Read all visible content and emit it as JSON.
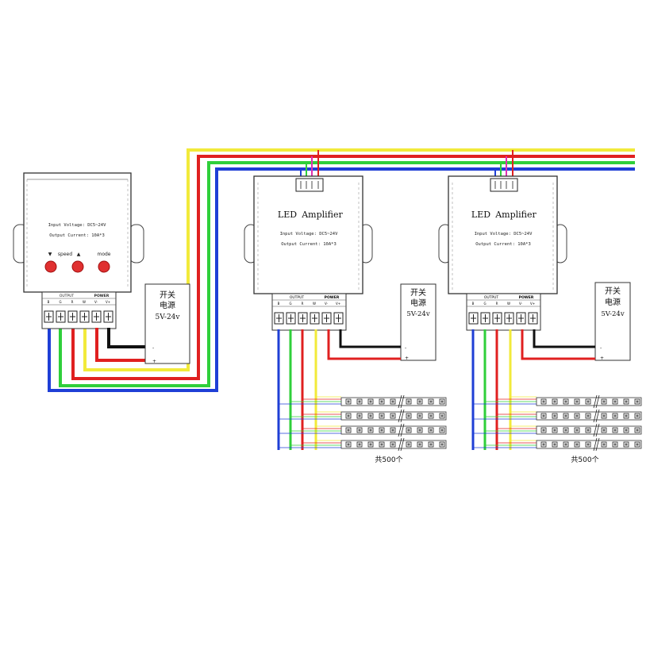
{
  "controller": {
    "input_voltage": "Input Voltage: DC5~24V",
    "output_current": "Output Current: 10A*3",
    "btn_down": "▼",
    "btn_speed": "speed",
    "btn_up": "▲",
    "btn_mode": "mode",
    "output_label": "OUTPUT",
    "power_label": "POWER",
    "terminal_labels": [
      "B",
      "G",
      "R",
      "W",
      "V-",
      "V+"
    ]
  },
  "amplifiers": [
    {
      "title_a": "LED",
      "title_b": "Amplifier",
      "input_voltage": "Input Voltage: DC5~24V",
      "output_current": "Output Current: 10A*3",
      "output_label": "OUTPUT",
      "power_label": "POWER",
      "terminal_labels": [
        "B",
        "G",
        "R",
        "W",
        "V-",
        "V+"
      ]
    },
    {
      "title_a": "LED",
      "title_b": "Amplifier",
      "input_voltage": "Input Voltage: DC5~24V",
      "output_current": "Output Current: 10A*3",
      "output_label": "OUTPUT",
      "power_label": "POWER",
      "terminal_labels": [
        "B",
        "G",
        "R",
        "W",
        "V-",
        "V+"
      ]
    }
  ],
  "power_supplies": [
    {
      "line1": "开关",
      "line2": "电源",
      "line3": "5V-24v",
      "minus": "-",
      "plus": "+"
    },
    {
      "line1": "开关",
      "line2": "电源",
      "line3": "5V-24v",
      "minus": "-",
      "plus": "+"
    },
    {
      "line1": "开关",
      "line2": "电源",
      "line3": "5V-24v",
      "minus": "-",
      "plus": "+"
    }
  ],
  "strip_caption_1": "共500个",
  "strip_caption_2": "共500个",
  "colors": {
    "blue": "#1f3fd6",
    "green": "#2fcf3a",
    "red": "#e02020",
    "yellow": "#f2ea3a",
    "magenta": "#e030b0",
    "black": "#111111"
  }
}
